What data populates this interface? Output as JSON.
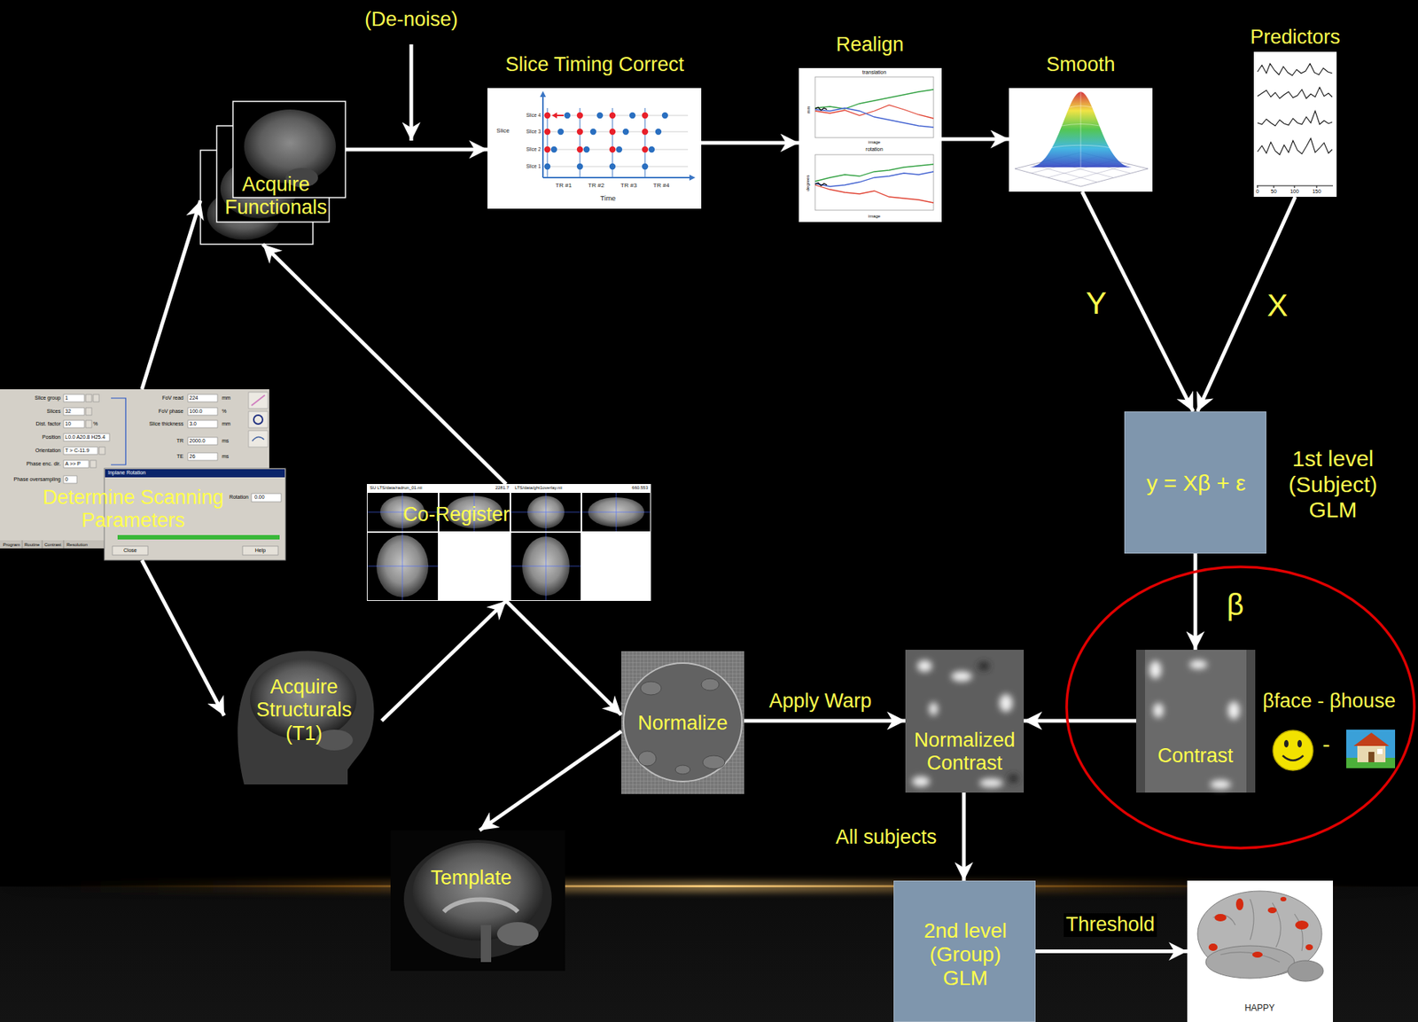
{
  "diagram": {
    "nodes": [
      {
        "text": [
          "Acquire Functionals"
        ]
      },
      {
        "text": [
          "Slice Timing Correct"
        ]
      },
      {
        "text": [
          "Realign"
        ]
      },
      {
        "text": [
          "Smooth"
        ]
      },
      {
        "text": [
          "Predictors"
        ]
      },
      {
        "text": [
          "y = Xβ + ε"
        ]
      },
      {
        "text": [
          "Determine Scanning Parameters"
        ]
      },
      {
        "text": [
          "Co-Register"
        ]
      },
      {
        "text": [
          "βface - βhouse"
        ]
      },
      {
        "text": [
          "Contrast"
        ],
        "in": 8
      },
      {
        "text": [
          "Acquire Structurals (T1)"
        ]
      },
      {
        "text": [
          "Normalize"
        ]
      },
      {
        "text": [
          "Normalized Contrast"
        ]
      },
      {
        "text": [
          "Template"
        ]
      },
      {
        "text": [
          "2nd level (Group) GLM"
        ]
      },
      {
        "text": [
          "HAPPY"
        ]
      }
    ],
    "edges": [
      {
        "from": 6,
        "to": 0,
        "arrow": "to"
      },
      {
        "from": 6,
        "to": 10,
        "arrow": "to"
      },
      {
        "from": 0,
        "to": 1,
        "arrow": "to"
      },
      {
        "from": 1,
        "to": 2,
        "arrow": "to"
      },
      {
        "from": 2,
        "to": 3,
        "arrow": "to"
      },
      {
        "from": 3,
        "to": 5,
        "label": "Y",
        "arrow": "to"
      },
      {
        "from": 4,
        "to": 5,
        "label": "X",
        "arrow": "to"
      },
      {
        "from": 5,
        "to": 9,
        "label": "β",
        "arrow": "to"
      },
      {
        "from": 9,
        "to": 12,
        "arrow": "to"
      },
      {
        "from": 10,
        "to": 7,
        "arrow": "to"
      },
      {
        "from": 7,
        "to": 0,
        "arrow": "to"
      },
      {
        "from": 7,
        "to": 11,
        "arrow": "to"
      },
      {
        "from": 11,
        "to": 13,
        "arrow": "to"
      },
      {
        "from": 11,
        "to": 12,
        "label": "Apply Warp",
        "arrow": "to"
      },
      {
        "from": 12,
        "to": 14,
        "label": "All subjects",
        "arrow": "to"
      },
      {
        "from": 14,
        "to": 15,
        "label": "Threshold",
        "arrow": "to"
      }
    ],
    "labels": [
      "(De-noise)",
      "1st level (Subject) GLM",
      "-",
      "Slice",
      "Slice 4",
      "Slice 3",
      "Slice 2",
      "Slice 1",
      "TR #1",
      "TR #2",
      "TR #3",
      "TR #4",
      "Time",
      "translation",
      "mm",
      "image",
      "rotation",
      "degrees",
      "image",
      "0",
      "50",
      "100",
      "150",
      "Slice group",
      "1",
      "Slices",
      "32",
      "Dist. factor",
      "10",
      "%",
      "Position",
      "L0.0 A20.8 H25.4",
      "Orientation",
      "T > C-11.9",
      "Phase enc. dir.",
      "A >> P",
      "Phase oversampling",
      "0",
      "FoV read",
      "224",
      "mm",
      "FoV phase",
      "100.0",
      "%",
      "Slice thickness",
      "3.0",
      "mm",
      "TR",
      "2000.0",
      "ms",
      "TE",
      "26",
      "ms",
      "Inplane Rotation",
      "Rotation",
      "0.00",
      "Close",
      "Help",
      "Program",
      "Routine",
      "Contrast",
      "Resolution",
      "SU LTS/data/radrun_01.nii",
      "2281.7",
      "LTS/data/ght1overlay.nii",
      "660.553"
    ]
  }
}
